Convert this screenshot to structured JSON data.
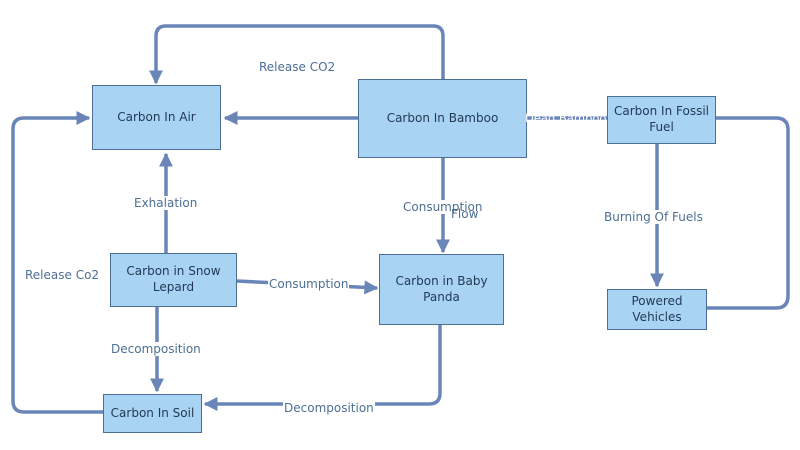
{
  "diagram": {
    "nodes": {
      "carbon_in_air": "Carbon In Air",
      "carbon_in_bamboo": "Carbon In Bamboo",
      "carbon_in_fossil_fuel": "Carbon In Fossil Fuel",
      "carbon_in_snow_lepard": "Carbon in Snow Lepard",
      "carbon_in_baby_panda": "Carbon in Baby Panda",
      "powered_vehicles": "Powered Vehicles",
      "carbon_in_soil": "Carbon In Soil"
    },
    "edge_labels": {
      "release_co2_top": "Release CO2",
      "dead_bamboo": "Dead Bamboo",
      "exhalation": "Exhalation",
      "consumption_bamboo": "Consumption",
      "flow": "Flow",
      "burning_of_fuels": "Burning Of Fuels",
      "release_co2_left": "Release Co2",
      "consumption_lepard": "Consumption",
      "decomposition_lepard": "Decomposition",
      "decomposition_panda": "Decomposition"
    },
    "colors": {
      "node_fill": "#a9d3f3",
      "node_border": "#4d6f94",
      "edge": "#6a85b8",
      "label": "#4d6f94"
    }
  }
}
